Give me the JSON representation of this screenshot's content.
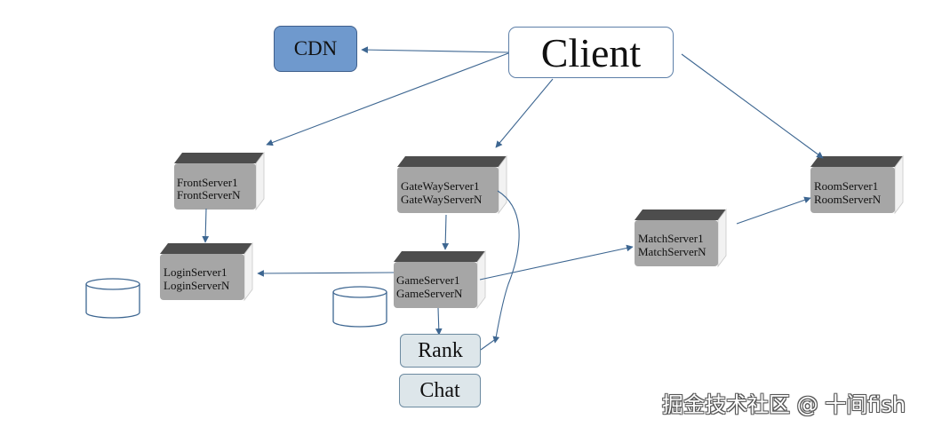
{
  "nodes": {
    "client": "Client",
    "cdn": "CDN",
    "front": {
      "line1": "FrontServer1",
      "line2": "FrontServerN"
    },
    "gateway": {
      "line1": "GateWayServer1",
      "line2": "GateWayServerN"
    },
    "room": {
      "line1": "RoomServer1",
      "line2": "RoomServerN"
    },
    "match": {
      "line1": "MatchServer1",
      "line2": "MatchServerN"
    },
    "login": {
      "line1": "LoginServer1",
      "line2": "LoginServerN"
    },
    "game": {
      "line1": "GameServer1",
      "line2": "GameServerN"
    },
    "rank": "Rank",
    "chat": "Chat"
  },
  "watermark": "掘金技术社区 @ 十间fish",
  "colors": {
    "arrow": "#3d6691",
    "server_face": "#a6a6a6",
    "server_top": "#4d4d4d",
    "server_side": "#f2f2f2",
    "cdn_fill": "#6f99cd",
    "plain_fill": "#dde6ea"
  }
}
